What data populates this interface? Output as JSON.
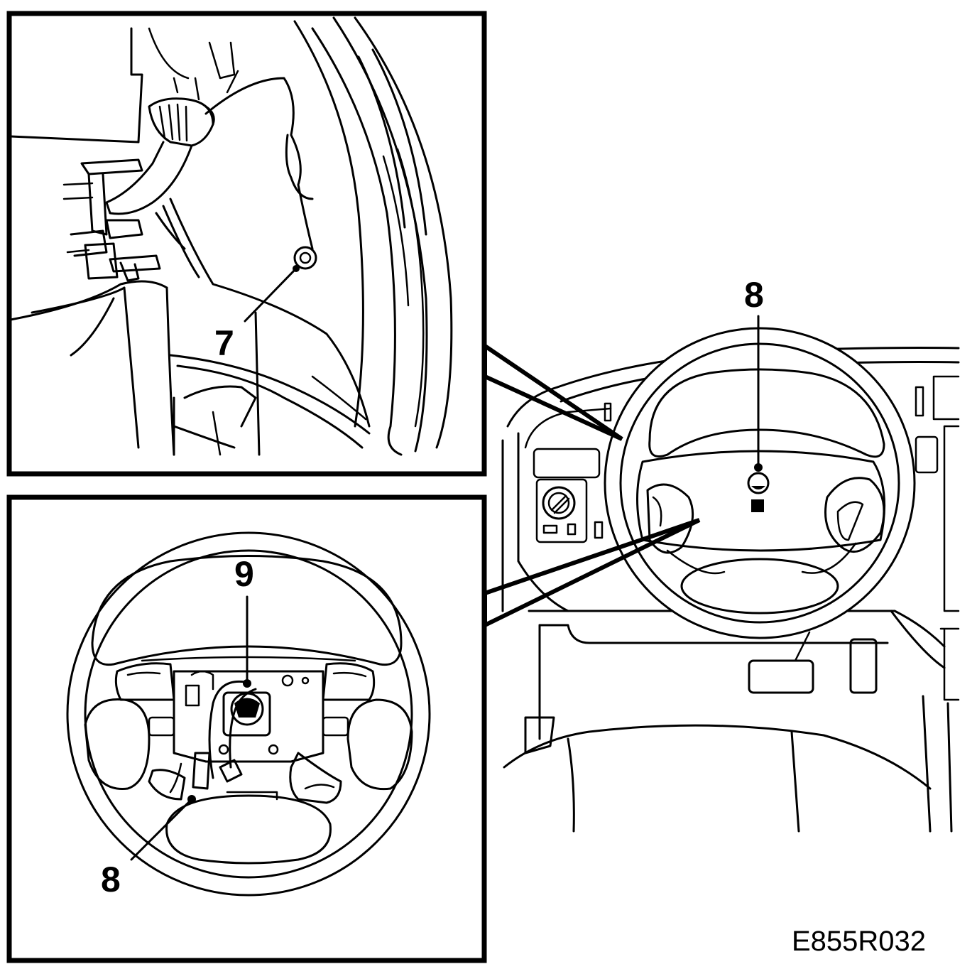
{
  "callouts": {
    "top_inset_label": "7",
    "main_label": "8",
    "bottom_inset_top_label": "9",
    "bottom_inset_bottom_label": "8"
  },
  "figure_code": "E855R032"
}
